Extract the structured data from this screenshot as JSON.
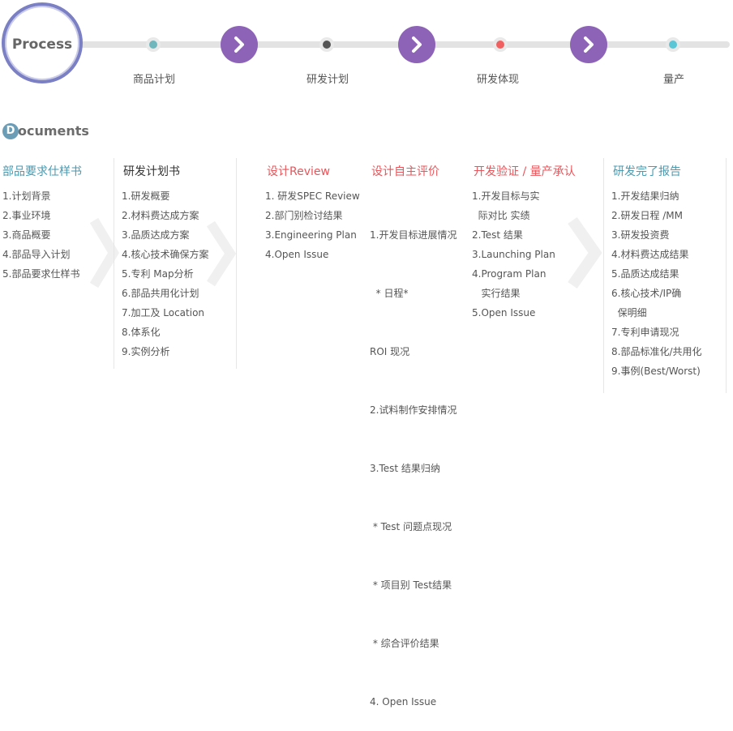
{
  "process": {
    "label": "Process",
    "stages": [
      {
        "label": "商品计划",
        "dot_color": "#6fb7bd"
      },
      {
        "label": "研发计划",
        "dot_color": "#555555"
      },
      {
        "label": "研发体现",
        "dot_color": "#f06060"
      },
      {
        "label": "量产",
        "dot_color": "#5bc6d6"
      }
    ],
    "arrow_icon": "chevron-right-icon",
    "accent": "#8d63b8"
  },
  "documents": {
    "title_initial": "D",
    "title_rest": "ocuments",
    "columns": [
      {
        "title": "部品要求仕样书",
        "color": "#4a9ab0",
        "items": [
          "1.计划背景",
          "2.事业环境",
          "3.商品概要",
          "4.部品导入计划",
          "5.部品要求仕样书"
        ]
      },
      {
        "title": "研发计划书",
        "color": "#333333",
        "items": [
          "1.研发概要",
          "2.材料费达成方案",
          "3.品质达成方案",
          "4.核心技术确保方案",
          "5.专利 Map分析",
          "6.部品共用化计划",
          "7.加工及 Location",
          "8.体系化",
          "9.实例分析"
        ]
      },
      {
        "title": "设计Review",
        "color": "#e8555a",
        "items": [
          "1. 研发SPEC Review",
          "2.部门别检讨结果",
          "3.Engineering Plan",
          "4.Open Issue"
        ]
      },
      {
        "title": "设计自主评价",
        "color": "#e8555a",
        "items": [
          "1.开发目标进展情况",
          "  * 日程*",
          "ROI 现况",
          "2.试料制作安排情况",
          "3.Test 结果归纳",
          " * Test 问题点现况",
          " * 项目别 Test结果",
          " * 综合评价结果",
          "4. Open Issue"
        ]
      },
      {
        "title": "开发验证 / 量产承认",
        "color": "#e8555a",
        "items": [
          "1.开发目标与实",
          "  际对比 实绩",
          "2.Test 结果",
          "3.Launching Plan",
          "4.Program Plan",
          "   实行结果",
          "5.Open Issue"
        ]
      },
      {
        "title": "研发完了报告",
        "color": "#4a9ab0",
        "items": [
          "1.开发结果归纳",
          "2.研发日程 /MM",
          "3.研发投资费",
          "4.材料费达成结果",
          "5.品质达成结果",
          "6.核心技术/IP确",
          "  保明细",
          "7.专利申请现况",
          "8.部品标准化/共用化",
          "9.事例(Best/Worst)"
        ]
      }
    ]
  }
}
